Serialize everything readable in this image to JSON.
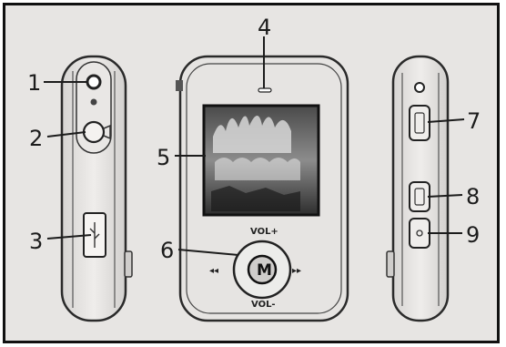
{
  "callouts": [
    "1",
    "2",
    "3",
    "4",
    "5",
    "6",
    "7",
    "8",
    "9"
  ],
  "device_labels": {
    "vol_up": "VOL+",
    "vol_down": "VOL-",
    "center_button": "M",
    "prev": "◂◂",
    "next": "▸▸"
  },
  "colors": {
    "background": "#e7e5e3",
    "outline": "#2a2a2a",
    "screen": "#3a3a3a",
    "border": "#111111"
  },
  "icons": [
    "usb-icon",
    "lanyard-hole-icon",
    "microphone-icon",
    "earphone-jack-icon",
    "power-icon"
  ]
}
